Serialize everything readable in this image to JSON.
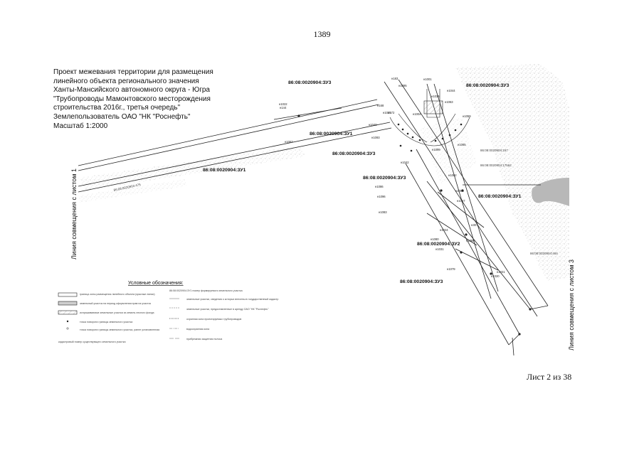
{
  "page_number": "1389",
  "sheet": "Лист 2 из 38",
  "title_lines": [
    "Проект межевания территории для размещения",
    "линейного объекта регионального значения",
    "Ханты-Мансийского автономного округа - Югра",
    "\"Трубопроводы Мамонтовского месторождения",
    "строительства 2016г., третья очередь\"",
    "Землепользователь ОАО \"НК \"Роснефть\"",
    "Масштаб 1:2000"
  ],
  "side_left": "Линия совмещения с листом 1",
  "side_right": "Линия совмещения с листом 3",
  "parcel_labels": {
    "zu3_top_left": "86:08:0020904:ЗУ3",
    "zu3_top_right": "86:08:0020904:ЗУ3",
    "zu1_mid": "86:08:0020904:ЗУ1",
    "zu3_mid": "86:08:0020904:ЗУ3",
    "zu1_left": "86:08:0020904:ЗУ1",
    "zu3_center": "86:08:0020904:ЗУ3",
    "zu1_right": "86:08:0020904:ЗУ1",
    "zu2": "86:08:0020904:ЗУ2",
    "zu3_bottom": "86:08:0020904:ЗУ3"
  },
  "existing_parcels": {
    "p1": "86:08:0020904:157",
    "p2": "86:08:0020904:17562",
    "p3": "86:08:0020904:475",
    "p4": "86:08:0020904:464"
  },
  "point_labels": {
    "a": "н1022",
    "b": "н144",
    "c": "н1067",
    "d": "н1001",
    "e": "н1044",
    "f": "н1063",
    "g": "н1059",
    "h": "н1025",
    "i": "н1040",
    "j": "н1093",
    "k": "н1099",
    "l": "н1065",
    "m": "н1042",
    "n": "н1062",
    "o": "н1086",
    "p": "н1056",
    "q": "н1096",
    "r": "н1057",
    "s": "н1083",
    "t": "н1024",
    "u": "н1080",
    "v": "н1031",
    "w": "н1089",
    "x": "н1079",
    "y": "н1021",
    "z": "н1020",
    "aa": "н307",
    "ab": "н168",
    "ac": "н172",
    "ad": "н183",
    "ae": "н1004",
    "af": "н1095",
    "ag": "н1036"
  },
  "legend": {
    "title": "Условные обозначения:",
    "items_left": [
      "граница зоны размещения линейного объекта (красные линии)",
      "земельный участок на период оформления прав на участок",
      "испрашиваемые земельные участки из земель лесного фонда",
      "точка поворота границы земельного участка",
      "точка поворота границы земельного участка, ранее установленная",
      "кадастровый номер существующего земельного участка"
    ],
    "items_right": [
      "86:08:0020904:ЗУ1 номер формируемого земельного участка",
      "земельные участки, сведения о которых внесены в государственный кадастр",
      "земельные участки, предоставленные в аренду ОАО \"НК \"Роснефть\"",
      "охранная зона проектируемых трубопроводов",
      "водоохранная зона",
      "прибрежная защитная полоса"
    ],
    "colors": {
      "line": "#222222",
      "fill_grey": "#cfcfcf",
      "hatch": "#999999"
    }
  }
}
